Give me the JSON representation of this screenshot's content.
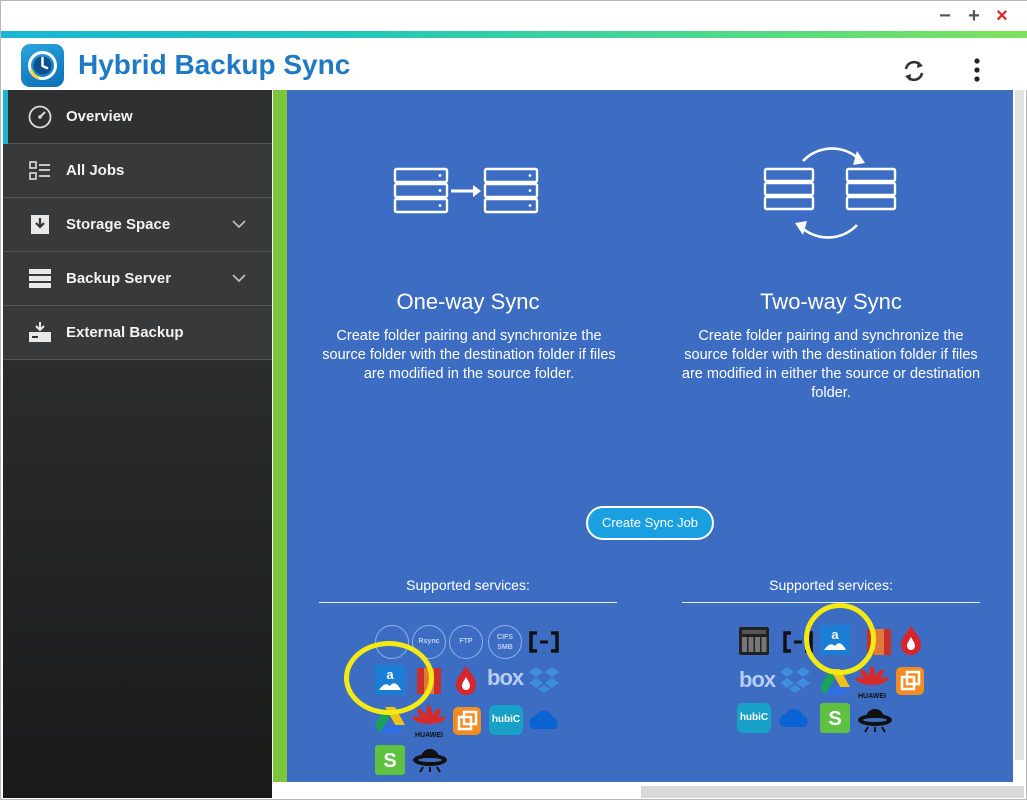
{
  "window": {
    "minimize": "−",
    "maximize": "+",
    "close": "×"
  },
  "app": {
    "title": "Hybrid Backup Sync"
  },
  "sidebar": {
    "items": [
      {
        "label": "Overview",
        "icon": "speedometer-icon"
      },
      {
        "label": "All Jobs",
        "icon": "checklist-icon"
      },
      {
        "label": "Storage Space",
        "icon": "download-box-icon"
      },
      {
        "label": "Backup Server",
        "icon": "server-icon"
      },
      {
        "label": "External Backup",
        "icon": "external-drive-icon"
      }
    ]
  },
  "cards": {
    "one_way": {
      "title": "One-way Sync",
      "desc": "Create folder pairing and synchronize the source folder with the destination folder if files are modified in the source folder."
    },
    "two_way": {
      "title": "Two-way Sync",
      "desc": "Create folder pairing and synchronize the source folder with the destination folder if files are modified in either the source or destination folder."
    }
  },
  "create_button": "Create Sync Job",
  "services": {
    "label_left": "Supported services:",
    "label_right": "Supported services:",
    "rsync": "Rsync",
    "ftp": "FTP",
    "cifs": "CIFS\nSMB",
    "box": "box",
    "huawei": "HUAWEI",
    "hubic": "hubiC"
  },
  "colors": {
    "accent": "#1f79c5",
    "panel": "#3d6dc2",
    "highlight": "#f2ea12",
    "green_bar": "#7cc43a"
  }
}
